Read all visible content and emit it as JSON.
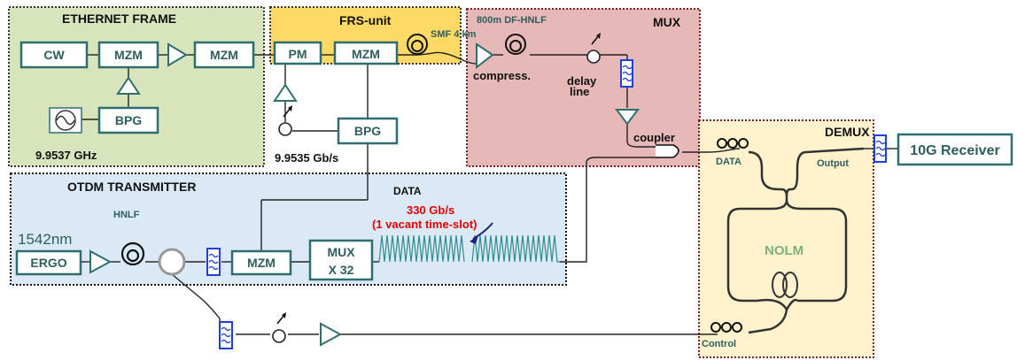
{
  "sections": {
    "ethernet": "ETHERNET FRAME",
    "frs": "FRS-unit",
    "mux": "MUX",
    "otdm": "OTDM TRANSMITTER",
    "demux": "DEMUX"
  },
  "blocks": {
    "cw": "CW",
    "mzm_eth_1": "MZM",
    "mzm_eth_2": "MZM",
    "bpg_eth": "BPG",
    "pm": "PM",
    "mzm_frs": "MZM",
    "bpg_frs": "BPG",
    "ergo": "ERGO",
    "mzm_otdm": "MZM",
    "mux_x32_line1": "MUX",
    "mux_x32_line2": "X 32",
    "nolm": "NOLM",
    "receiver": "10G Receiver"
  },
  "labels": {
    "freq_eth": "9.9537 GHz",
    "rate_frs": "9.9535 Gb/s",
    "smf": "SMF 4 km",
    "df_hnlf": "800m DF-HNLF",
    "compress": "compress.",
    "delay_line1": "delay",
    "delay_line2": "line",
    "coupler": "coupler",
    "wavelength": "1542nm",
    "hnlf": "HNLF",
    "data_top": "DATA",
    "rate_line1": "330 Gb/s",
    "rate_line2": "(1 vacant time-slot)",
    "demux_data": "DATA",
    "demux_output": "Output",
    "demux_control": "Control"
  },
  "colors": {
    "ethernet_bg": "#d8e4bc",
    "frs_bg": "#ffd966",
    "mux_bg": "#e6b8b7",
    "otdm_bg": "#dbe9f7",
    "demux_bg": "#fff2cc",
    "block_stroke": "#2f6e6e",
    "filter_blue": "#1f3fd9",
    "rate_red": "#e00000",
    "pulse_teal": "#2e8b8b"
  },
  "icons": {
    "sine_source": "sine-source-icon",
    "amplifier": "triangle-amplifier-icon",
    "fiber_spool": "fiber-spool-icon",
    "polarization_controller": "polarization-controller-icon",
    "bandpass_filter": "bandpass-filter-icon"
  }
}
